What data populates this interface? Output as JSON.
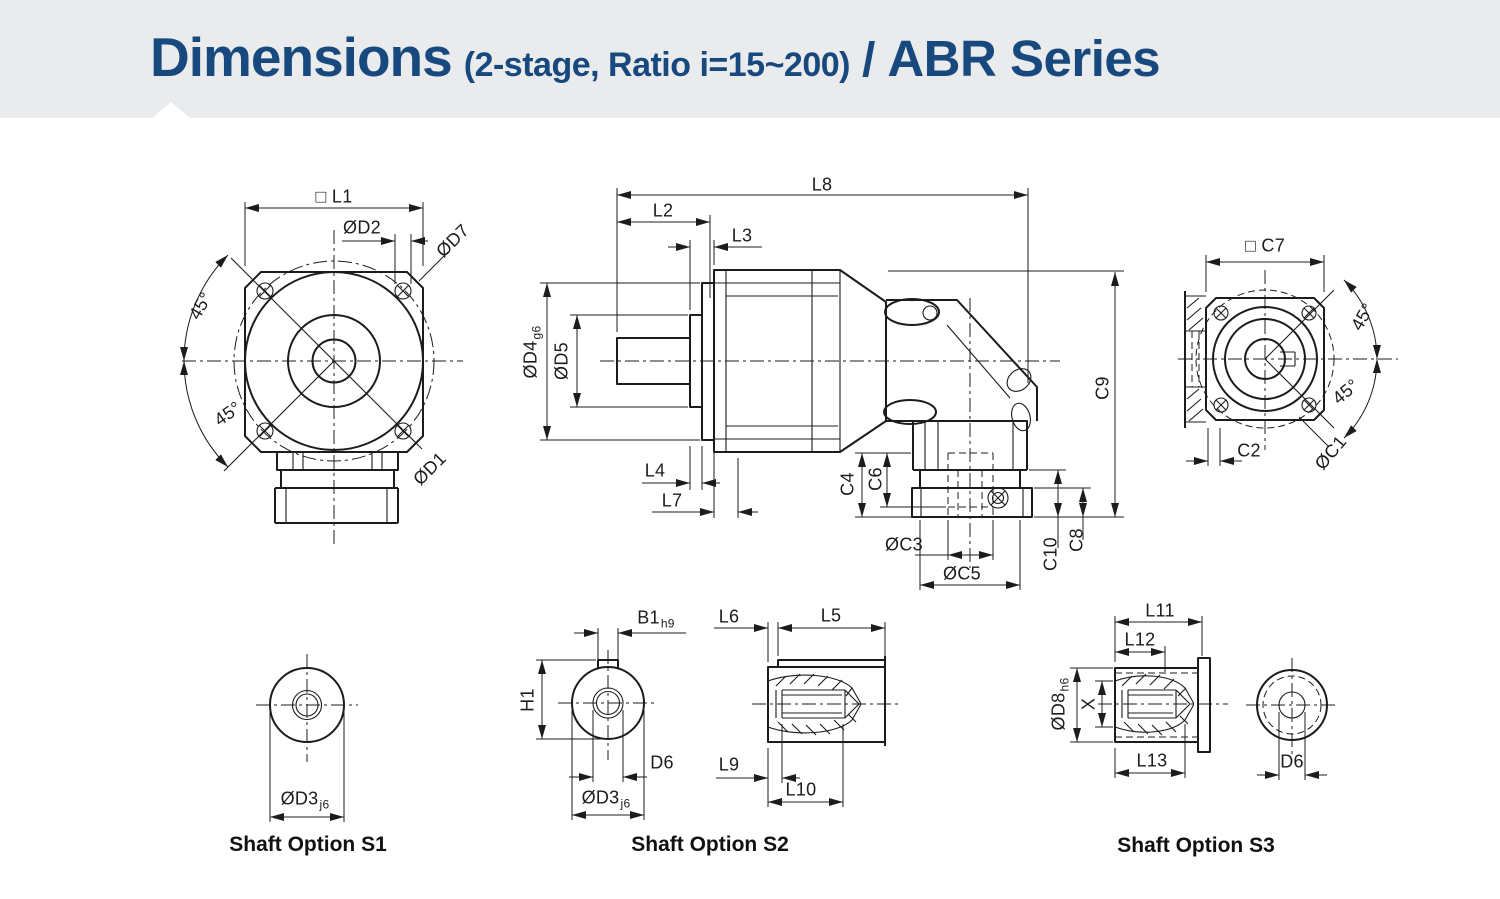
{
  "header": {
    "title_main": "Dimensions",
    "title_sub": "(2-stage, Ratio i=15~200)",
    "title_sep": "/",
    "title_series": "ABR Series",
    "text_color": "#17497e",
    "band_color": "#eaebed"
  },
  "views": {
    "front": {
      "dims": {
        "l1": "□ L1",
        "d2": "ØD2",
        "d7": "ØD7",
        "angle_top": "45°",
        "angle_bottom": "45°",
        "d1": "ØD1"
      }
    },
    "side": {
      "dims": {
        "l8": "L8",
        "l2": "L2",
        "l3": "L3",
        "d4": "ØD4",
        "d4_sub": "g6",
        "d5": "ØD5",
        "l4": "L4",
        "l7": "L7",
        "c4": "C4",
        "c6": "C6",
        "c3": "ØC3",
        "c5": "ØC5",
        "c10": "C10",
        "c8": "C8",
        "c9": "C9"
      }
    },
    "rear": {
      "dims": {
        "c7": "□ C7",
        "angle_top": "45°",
        "angle_bottom": "45°",
        "c2": "C2",
        "c1": "ØC1"
      }
    },
    "s1": {
      "caption": "Shaft Option S1",
      "dims": {
        "d3": "ØD3",
        "d3_sub": "j6"
      }
    },
    "s2": {
      "caption": "Shaft Option S2",
      "dims": {
        "b1": "B1",
        "b1_sub": "h9",
        "h1": "H1",
        "d6": "D6",
        "d3": "ØD3",
        "d3_sub": "j6",
        "l6": "L6",
        "l5": "L5",
        "l9": "L9",
        "l10": "L10"
      }
    },
    "s3": {
      "caption": "Shaft Option S3",
      "dims": {
        "l11": "L11",
        "l12": "L12",
        "d8": "ØD8",
        "d8_sub": "h6",
        "x": "X",
        "l13": "L13",
        "d6": "D6"
      }
    }
  }
}
